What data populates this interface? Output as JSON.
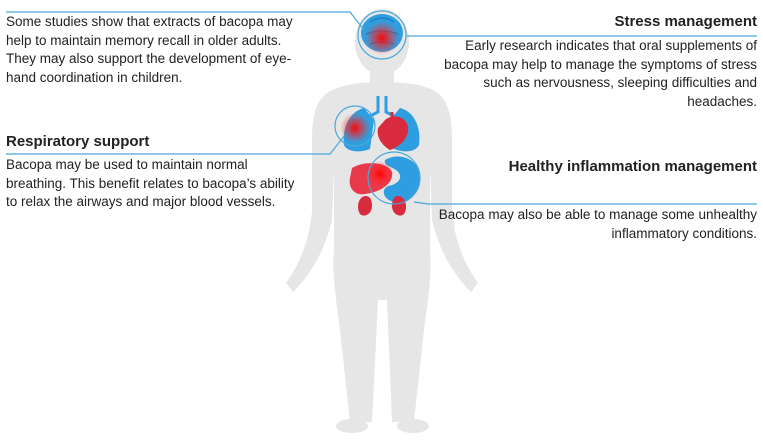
{
  "colors": {
    "body_silhouette": "#e6e6e6",
    "organ_red": "#e8394a",
    "organ_blue": "#2f9ee0",
    "leader_line": "#4aa8d8",
    "text": "#222222"
  },
  "callouts": {
    "memory": {
      "body": "Some studies show that extracts of bacopa may help to maintain memory recall in older adults. They may also support the development of eye-hand coordination in children."
    },
    "respiratory": {
      "title": "Respiratory support",
      "body": "Bacopa may be used to maintain normal breathing. This benefit relates to bacopa’s ability to relax the airways and major blood vessels."
    },
    "stress": {
      "title": "Stress management",
      "body": "Early research indicates that oral supplements of bacopa may help to manage the symptoms of stress such as nervousness, sleeping difficulties and headaches."
    },
    "inflammation": {
      "title": "Healthy inflammation management",
      "body": "Bacopa may also be able to manage some unhealthy inflammatory conditions."
    }
  },
  "icons": [
    "human-silhouette-icon",
    "brain-icon",
    "lungs-icon",
    "heart-icon",
    "stomach-icon",
    "liver-icon",
    "kidney-icon"
  ]
}
